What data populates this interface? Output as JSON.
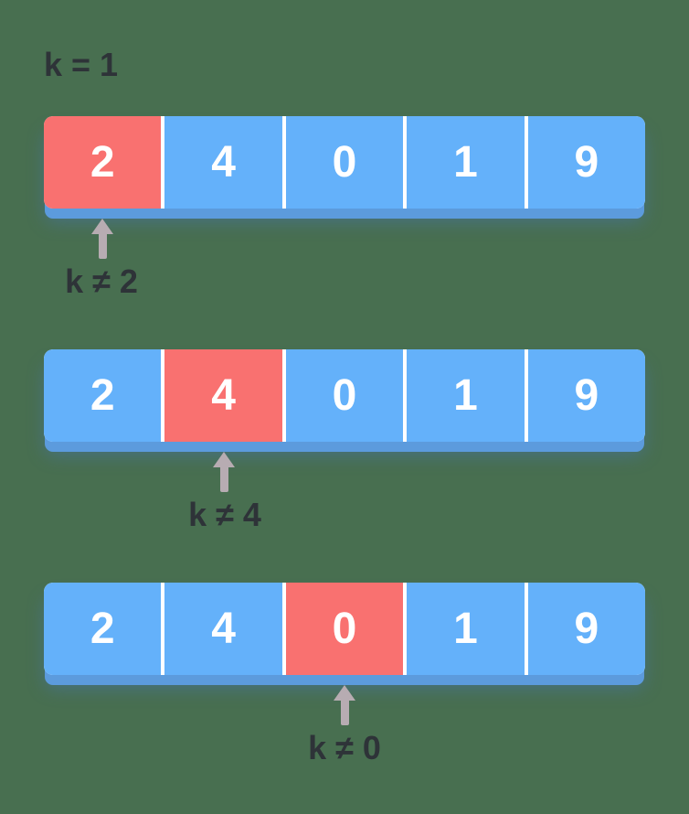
{
  "title": {
    "label": "k = 1"
  },
  "array": {
    "values": [
      "2",
      "4",
      "0",
      "1",
      "9"
    ]
  },
  "steps": [
    {
      "cells": [
        "2",
        "4",
        "0",
        "1",
        "9"
      ],
      "highlight_index": 0,
      "annotation": "k ≠ 2"
    },
    {
      "cells": [
        "2",
        "4",
        "0",
        "1",
        "9"
      ],
      "highlight_index": 1,
      "annotation": "k ≠ 4"
    },
    {
      "cells": [
        "2",
        "4",
        "0",
        "1",
        "9"
      ],
      "highlight_index": 2,
      "annotation": "k ≠ 0"
    }
  ],
  "icons": {
    "pointer": "arrow-up"
  },
  "colors": {
    "background": "#486F50",
    "cell_blue": "#64B1FA",
    "cell_highlight_red": "#F97170",
    "cell_divider": "#FFFFFF",
    "row_shadow_blue": "#5C9BDD",
    "arrow_gray": "#B7ACB2",
    "label_text": "#2E3338",
    "cell_text": "#FFFFFF"
  }
}
